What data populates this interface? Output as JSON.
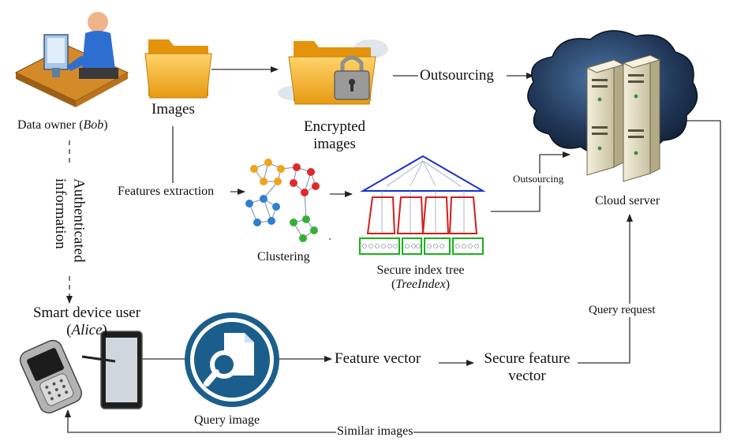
{
  "colors": {
    "line": "#333333",
    "folder": "#f2a81c",
    "folder_dark": "#d98a0a",
    "cloud": "#1c2f4a",
    "cloud_light": "#3a5f8a",
    "server": "#e9e3c8",
    "query_circle": "#1b5e8c",
    "tree_top": "#1a2fd0",
    "tree_mid": "#d81b1b",
    "tree_leaf": "#19b319"
  },
  "icons": {
    "data_owner": "person-at-computer-icon",
    "images": "folder-icon",
    "encrypted_images": "locked-folder-icon",
    "cloud_server": "cloud-server-icon",
    "clustering": "cluster-graph-icon",
    "index_tree": "tree-index-icon",
    "query_image": "search-document-icon",
    "smart_device": "mobile-devices-icon"
  },
  "labels": {
    "data_owner_prefix": "Data owner (",
    "data_owner_name": "Bob",
    "data_owner_suffix": ")",
    "images": "Images",
    "encrypted_line1": "Encrypted",
    "encrypted_line2": "images",
    "outsourcing_top": "Outsourcing",
    "outsourcing_mid": "Outsourcing",
    "cloud_server": "Cloud server",
    "features_extraction": "Features extraction",
    "clustering": "Clustering",
    "secure_index_line1": "Secure index tree",
    "secure_index_open": "(",
    "secure_index_name": "TreeIndex",
    "secure_index_close": ")",
    "authenticated_line1": "Authenticated",
    "authenticated_line2": "information",
    "smart_user_line1": "Smart device user",
    "smart_user_open": "(",
    "smart_user_name": "Alice",
    "smart_user_close": ")",
    "query_image": "Query image",
    "feature_vector": "Feature vector",
    "secure_feature_line1": "Secure feature",
    "secure_feature_line2": "vector",
    "query_request": "Query request",
    "similar_images": "Similar images"
  }
}
